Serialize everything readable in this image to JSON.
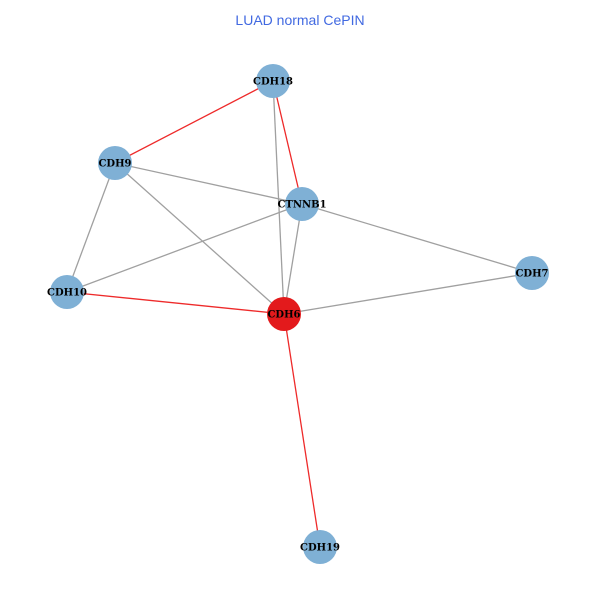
{
  "title": "LUAD normal CePIN",
  "colors": {
    "title": "#4169e1",
    "node": "#7fb0d5",
    "highlight_node": "#e31a1c",
    "edge_default": "#a0a0a0",
    "edge_highlight": "#ee2a2a"
  },
  "nodes": [
    {
      "id": "CDH18",
      "label": "CDH18",
      "highlight": false
    },
    {
      "id": "CDH9",
      "label": "CDH9",
      "highlight": false
    },
    {
      "id": "CTNNB1",
      "label": "CTNNB1",
      "highlight": false
    },
    {
      "id": "CDH10",
      "label": "CDH10",
      "highlight": false
    },
    {
      "id": "CDH6",
      "label": "CDH6",
      "highlight": true
    },
    {
      "id": "CDH7",
      "label": "CDH7",
      "highlight": false
    },
    {
      "id": "CDH19",
      "label": "CDH19",
      "highlight": false
    }
  ],
  "edges": [
    {
      "source": "CDH18",
      "target": "CDH9",
      "highlight": true
    },
    {
      "source": "CDH18",
      "target": "CTNNB1",
      "highlight": true
    },
    {
      "source": "CDH18",
      "target": "CDH6",
      "highlight": false
    },
    {
      "source": "CDH9",
      "target": "CTNNB1",
      "highlight": false
    },
    {
      "source": "CDH9",
      "target": "CDH10",
      "highlight": false
    },
    {
      "source": "CDH9",
      "target": "CDH6",
      "highlight": false
    },
    {
      "source": "CTNNB1",
      "target": "CDH10",
      "highlight": false
    },
    {
      "source": "CTNNB1",
      "target": "CDH6",
      "highlight": false
    },
    {
      "source": "CTNNB1",
      "target": "CDH7",
      "highlight": false
    },
    {
      "source": "CDH10",
      "target": "CDH6",
      "highlight": true
    },
    {
      "source": "CDH6",
      "target": "CDH7",
      "highlight": false
    },
    {
      "source": "CDH6",
      "target": "CDH19",
      "highlight": true
    }
  ]
}
